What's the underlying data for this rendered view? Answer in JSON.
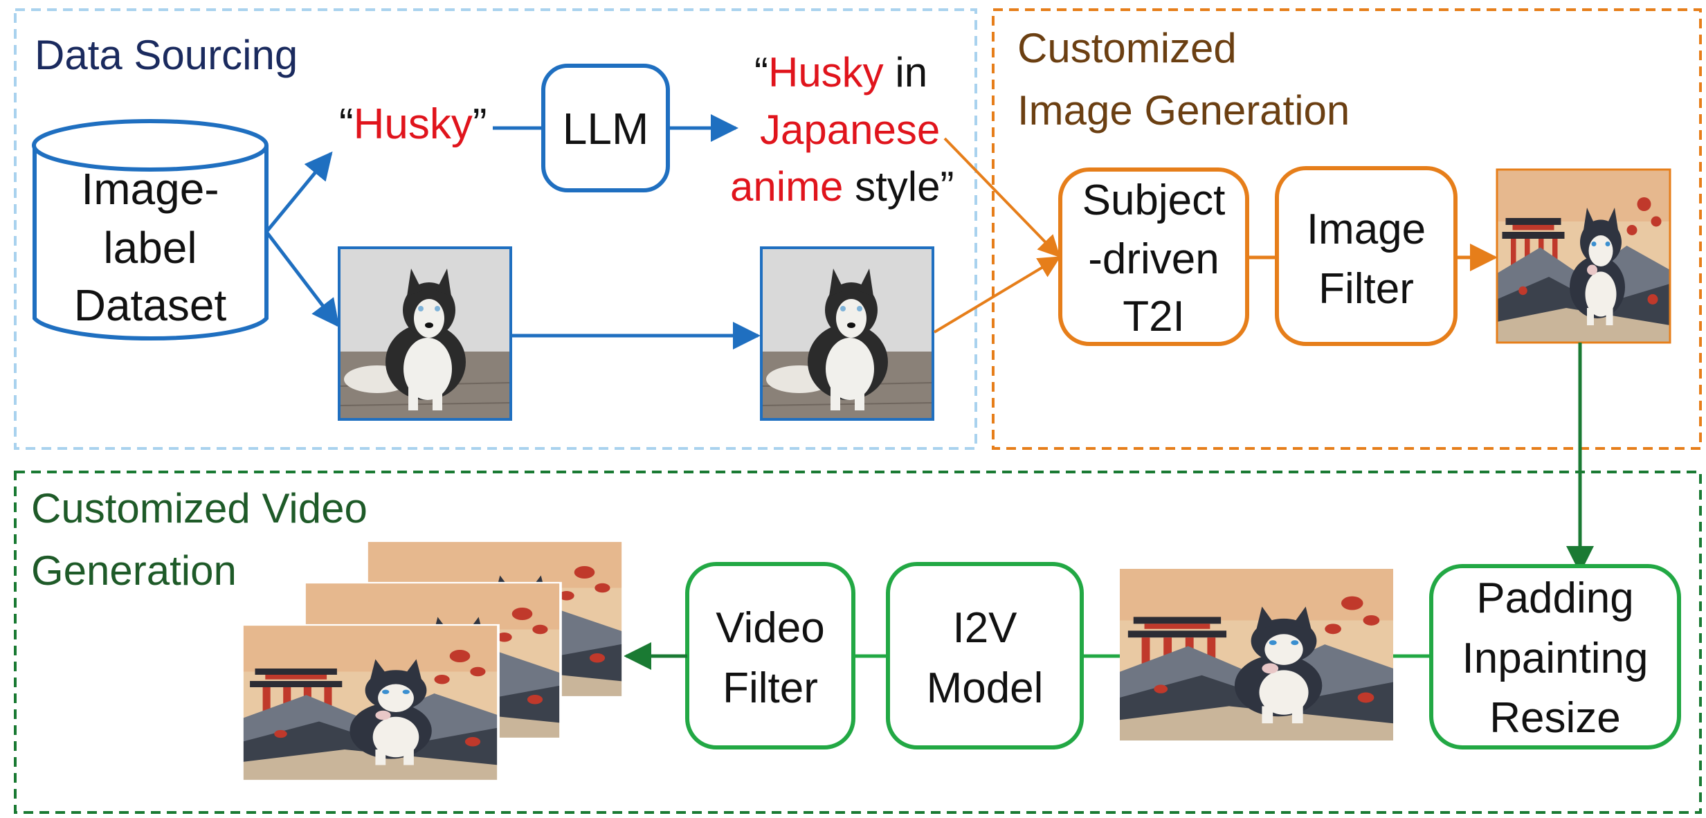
{
  "colors": {
    "blue": "#1f6fc0",
    "blue_dash": "#a9d2ee",
    "orange": "#e67e1a",
    "green": "#22a844",
    "green_dark": "#1a7a33",
    "red": "#e0141c",
    "navy": "#1a2a5e",
    "brown": "#6b3f12",
    "dark_green": "#1e5a28",
    "black": "#111111"
  },
  "sections": {
    "data_sourcing": {
      "title": "Data Sourcing"
    },
    "image_generation": {
      "title_line1": "Customized",
      "title_line2": "Image Generation"
    },
    "video_generation": {
      "title_line1": "Customized Video",
      "title_line2": "Generation"
    }
  },
  "dataset": {
    "line1": "Image-",
    "line2": "label",
    "line3": "Dataset"
  },
  "label_text": {
    "open_quote": "“",
    "word": "Husky",
    "close_quote": "”"
  },
  "llm": {
    "label": "LLM"
  },
  "prompt": {
    "open_quote": "“",
    "line1_red": "Husky",
    "line1_black": " in",
    "line2_red": "Japanese",
    "line3_red": "anime",
    "line3_black": " style”"
  },
  "subject_t2i": {
    "line1": "Subject",
    "line2": "-driven",
    "line3": "T2I"
  },
  "image_filter": {
    "line1": "Image",
    "line2": "Filter"
  },
  "padding": {
    "line1": "Padding",
    "line2": "Inpainting",
    "line3": "Resize"
  },
  "i2v_model": {
    "line1": "I2V",
    "line2": "Model"
  },
  "video_filter": {
    "line1": "Video",
    "line2": "Filter"
  },
  "images": {
    "husky_photo_source": "husky-photo",
    "husky_photo_copy": "husky-photo",
    "anime_husky_square": "anime-husky",
    "anime_husky_wide": "anime-husky-wide",
    "video_frames": [
      "frame-1",
      "frame-2",
      "frame-3"
    ]
  }
}
